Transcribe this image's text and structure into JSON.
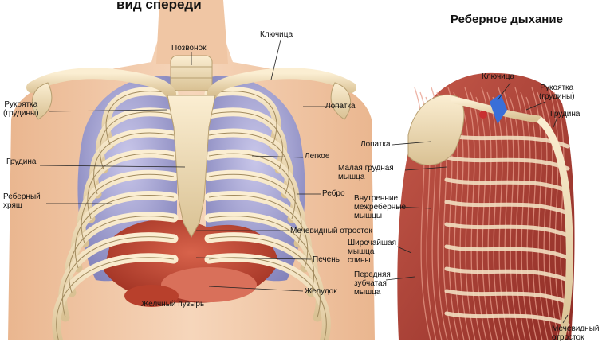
{
  "titles": {
    "front": "вид спереди",
    "rib_breathing": "Реберное дыхание"
  },
  "front_labels": {
    "vertebra": "Позвонок",
    "clavicle": "Ключица",
    "manubrium": "Рукоятка\n(грудины)",
    "scapula": "Лопатка",
    "sternum": "Грудина",
    "lung": "Легкое",
    "costal_cartilage": "Реберный\nхрящ",
    "rib": "Ребро",
    "xiphoid": "Мечевидный отросток",
    "liver": "Печень",
    "stomach": "Желудок",
    "gallbladder": "Желчный пузырь"
  },
  "side_labels": {
    "clavicle": "Ключица",
    "manubrium": "Рукоятка\n(грудины)",
    "sternum": "Грудина",
    "scapula": "Лопатка",
    "pectoralis_minor": "Малая грудная\nмышца",
    "intercostal": "Внутренние\nмежреберные\nмышцы",
    "latissimus": "Широчайшая\nмышца\nспины",
    "serratus": "Передняя\nзубчатая\nмышца",
    "xiphoid": "Мечевидный\nотросток"
  },
  "colors": {
    "skin": "#f2c9a6",
    "bone": "#efdcb4",
    "bone_shade": "#c9b48a",
    "lung": "#a9a9d8",
    "liver": "#c0402c",
    "muscle": "#b4423a",
    "leader": "#222222"
  }
}
